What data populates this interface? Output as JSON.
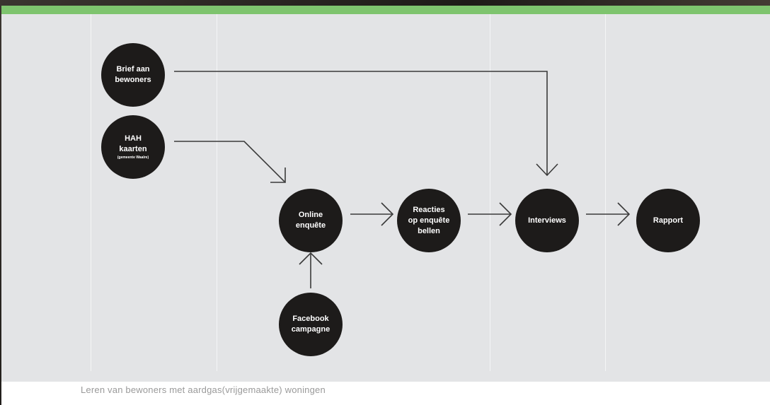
{
  "diagram": {
    "nodes": [
      {
        "id": "brief",
        "label": "Brief aan\nbewoners"
      },
      {
        "id": "hah",
        "label": "HAH\nkaarten",
        "sublabel": "(gemeente Waalre)"
      },
      {
        "id": "online",
        "label": "Online\nenquête"
      },
      {
        "id": "reacties",
        "label": "Reacties\nop enquête\nbellen"
      },
      {
        "id": "interviews",
        "label": "Interviews"
      },
      {
        "id": "rapport",
        "label": "Rapport"
      },
      {
        "id": "facebook",
        "label": "Facebook\ncampagne"
      }
    ],
    "edges": [
      {
        "from": "brief",
        "to": "interviews"
      },
      {
        "from": "hah",
        "to": "online"
      },
      {
        "from": "online",
        "to": "reacties"
      },
      {
        "from": "reacties",
        "to": "interviews"
      },
      {
        "from": "interviews",
        "to": "rapport"
      },
      {
        "from": "facebook",
        "to": "online"
      }
    ]
  },
  "caption": "Leren van bewoners met aardgas(vrijgemaakte) woningen",
  "colors": {
    "accent_bar": "#7ec46e",
    "panel": "#e3e4e6",
    "node": "#1d1b1a",
    "arrow": "#3a3a3a",
    "caption": "#9a9a9a"
  }
}
